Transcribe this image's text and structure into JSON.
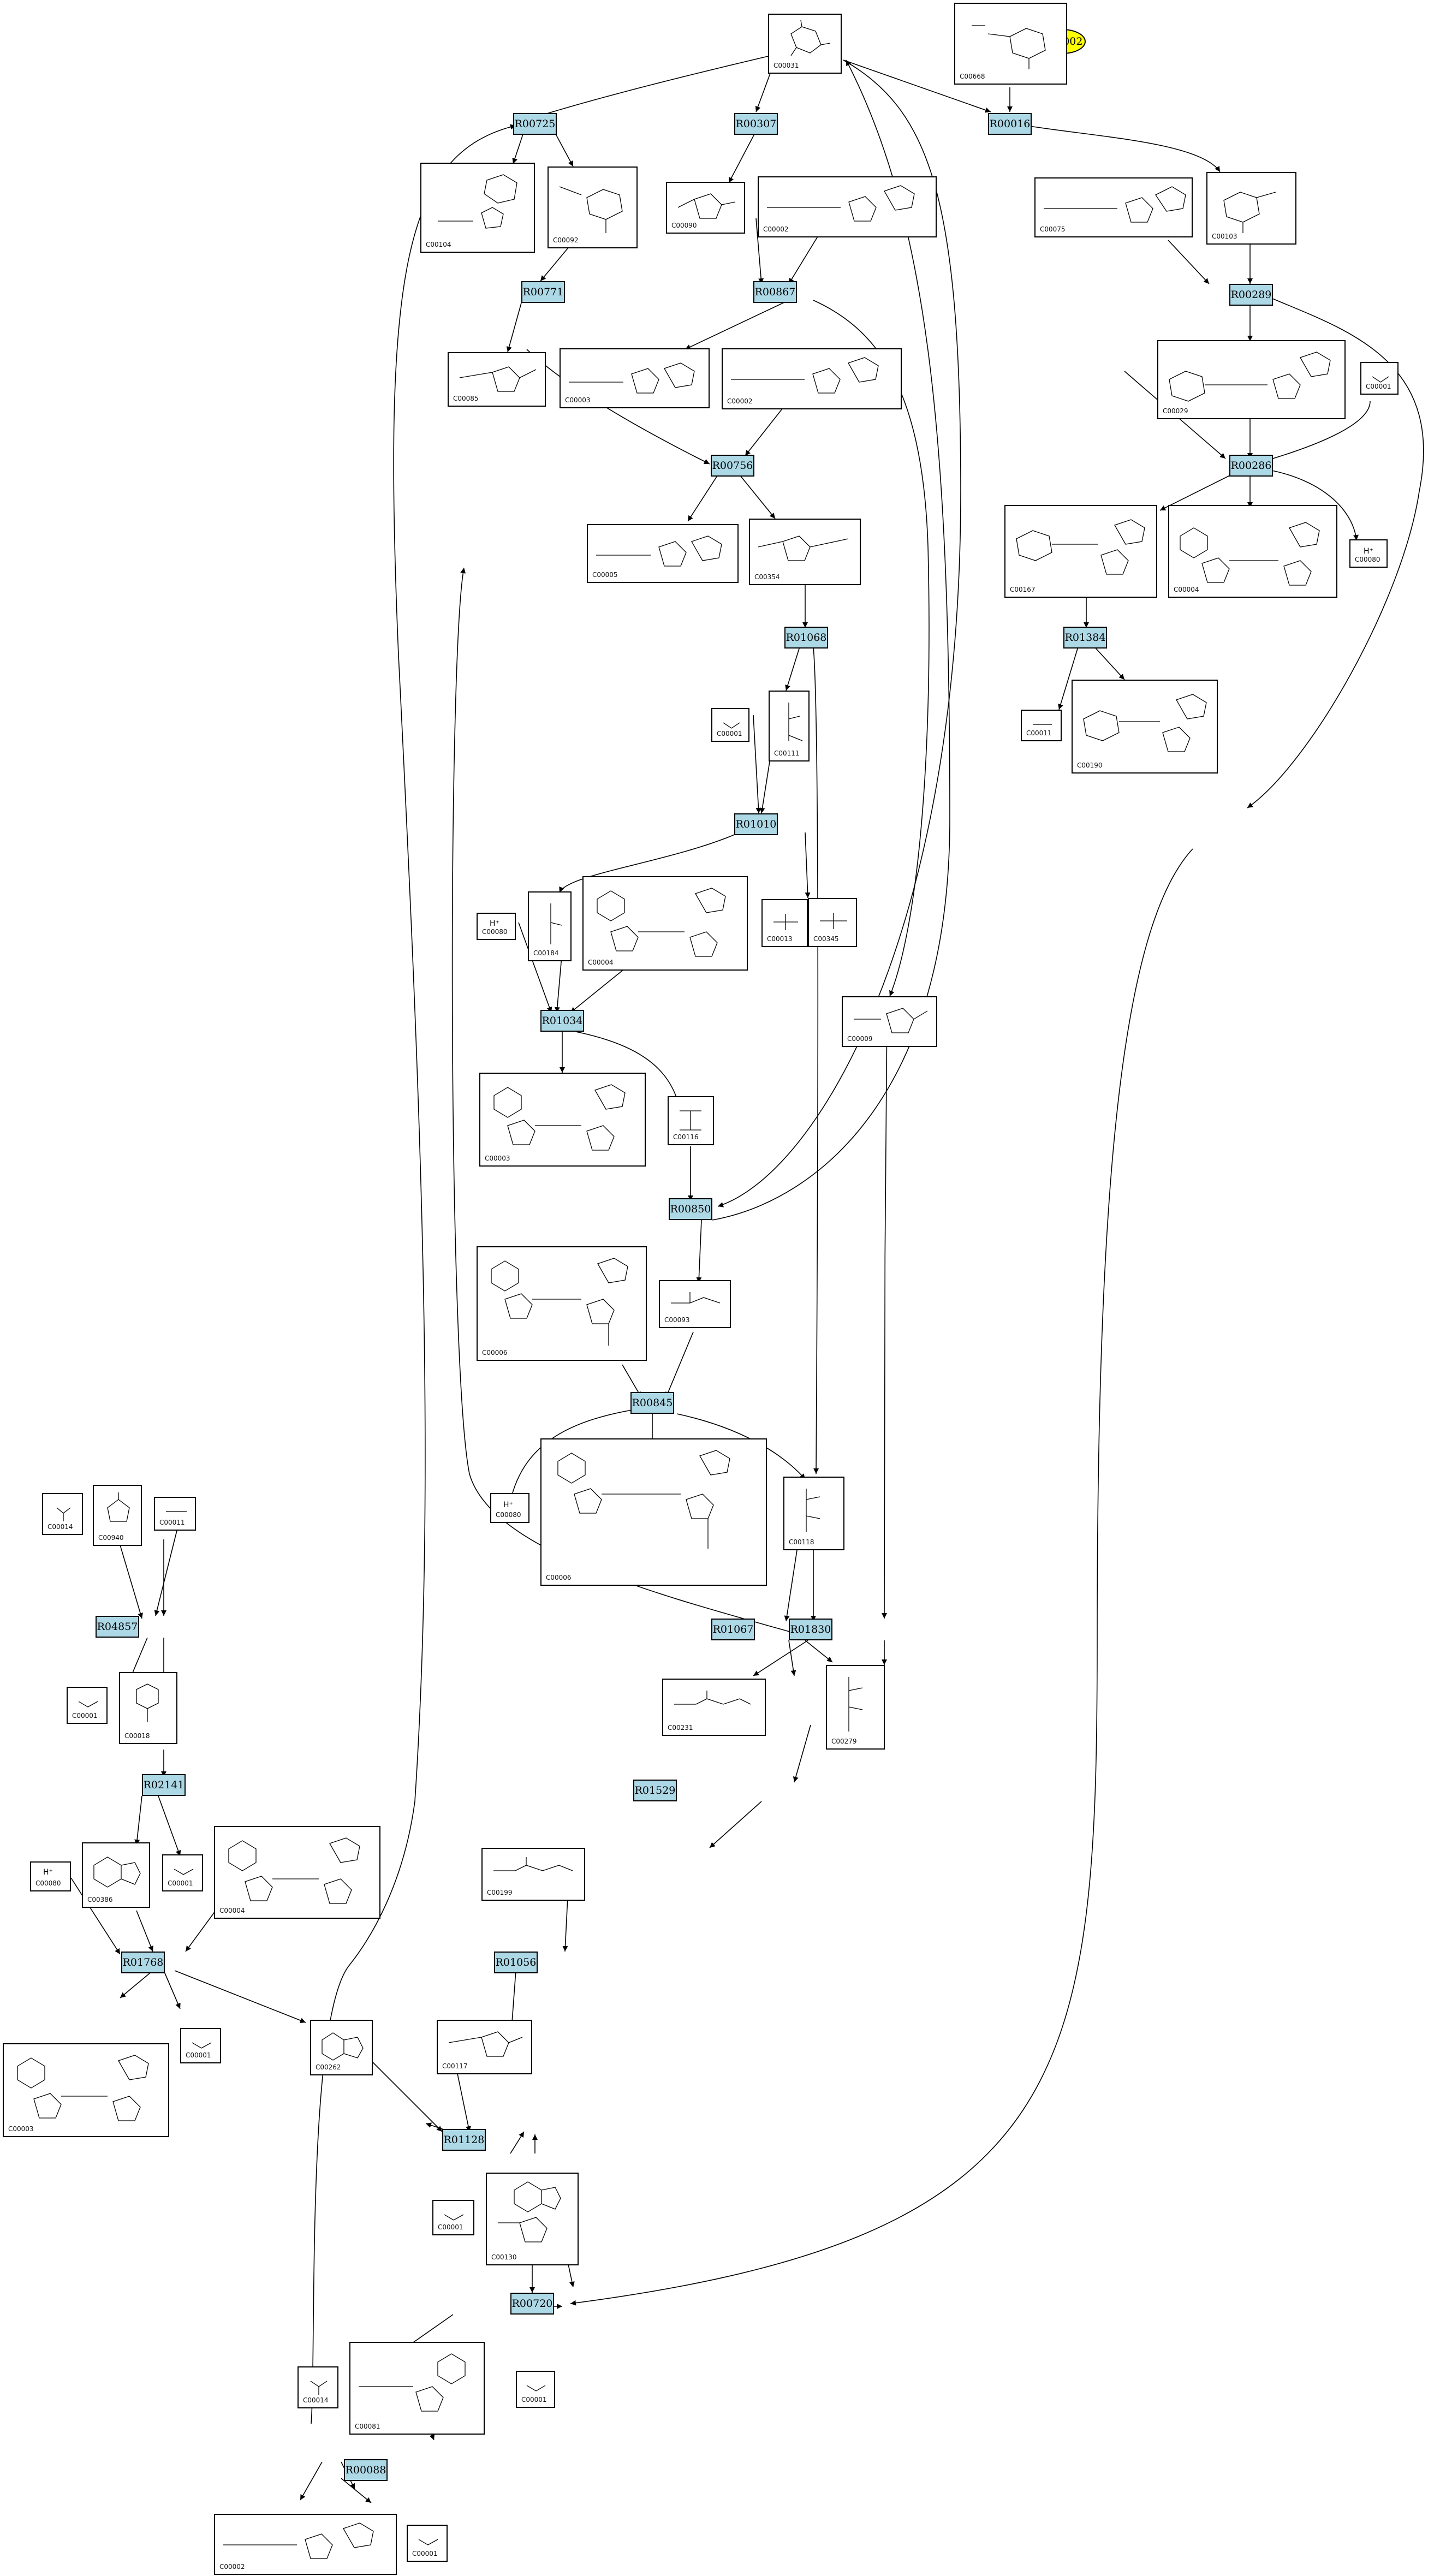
{
  "legend": {
    "highlight_label": "C00002",
    "highlight_color": "#ffff00"
  },
  "colors": {
    "reaction_fill": "#add8e6",
    "edge": "#000000"
  },
  "reactions": [
    "R00725",
    "R00307",
    "R00016",
    "R00771",
    "R00867",
    "R00289",
    "R00756",
    "R00286",
    "R01068",
    "R01384",
    "R01010",
    "R01034",
    "R00850",
    "R00845",
    "R04857",
    "R02141",
    "R01067",
    "R01830",
    "R01529",
    "R01768",
    "R01056",
    "R01128",
    "R00720",
    "R00088"
  ],
  "compounds": [
    "C00031",
    "C00668",
    "C00104",
    "C00092",
    "C00090",
    "C00002",
    "C00075",
    "C00103",
    "C00085",
    "C00003",
    "C00002",
    "C00029",
    "C00001",
    "C00005",
    "C00354",
    "C00167",
    "C00004",
    "C00080",
    "C00011",
    "C00190",
    "C00001",
    "C00111",
    "C00013",
    "C00080",
    "C00184",
    "C00004",
    "C00009",
    "C00345",
    "C00003",
    "C00116",
    "C00006",
    "C00093",
    "C00014",
    "C00940",
    "C00011",
    "C00080",
    "C00006",
    "C00118",
    "C00001",
    "C00018",
    "C00231",
    "C00279",
    "C00386",
    "C00001",
    "C00080",
    "C00004",
    "C00199",
    "C00003",
    "C00001",
    "C00262",
    "C00117",
    "C00001",
    "C00130",
    "C00014",
    "C00081",
    "C00001",
    "C00002",
    "C00001"
  ]
}
